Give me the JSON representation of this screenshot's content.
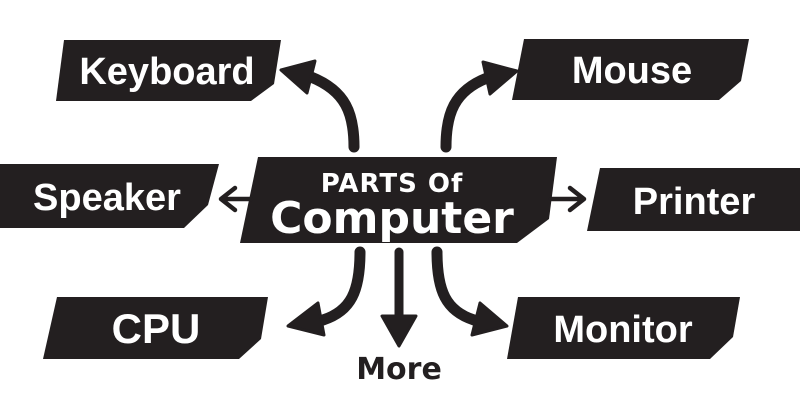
{
  "diagram": {
    "center": {
      "line1": "PARTS Of",
      "line2": "Computer"
    },
    "nodes": [
      {
        "id": "keyboard",
        "label": "Keyboard",
        "position": "top-left"
      },
      {
        "id": "mouse",
        "label": "Mouse",
        "position": "top-right"
      },
      {
        "id": "speaker",
        "label": "Speaker",
        "position": "middle-left"
      },
      {
        "id": "printer",
        "label": "Printer",
        "position": "middle-right"
      },
      {
        "id": "cpu",
        "label": "CPU",
        "position": "bottom-left"
      },
      {
        "id": "monitor",
        "label": "Monitor",
        "position": "bottom-right"
      },
      {
        "id": "more",
        "label": "More",
        "position": "bottom-center"
      }
    ],
    "colors": {
      "box": "#231f20",
      "text_on_box": "#ffffff",
      "arrow": "#231f20",
      "text": "#231f20",
      "background": "#ffffff"
    }
  }
}
